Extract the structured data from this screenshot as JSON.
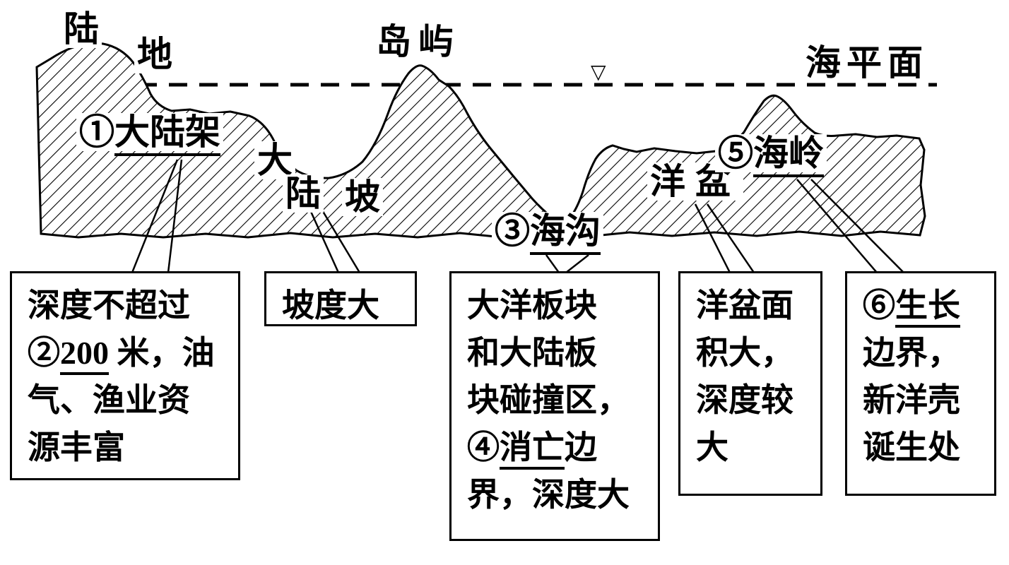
{
  "figure": {
    "description": "seafloor cross-section diagram",
    "colors": {
      "ink": "#000000",
      "background": "#ffffff"
    }
  },
  "terrain_labels": {
    "land_char1": "陆",
    "land_char2": "地",
    "island": "岛屿",
    "sea_level": "海平面",
    "sea_level_marker": "▽",
    "continental_shelf_num": "①",
    "continental_shelf": "大陆架",
    "slope_char1": "大",
    "slope_char2": "陆",
    "slope_char3": "坡",
    "trench_num": "③",
    "trench": "海沟",
    "ocean_basin": "洋盆",
    "ridge_num": "⑤",
    "ridge": "海岭"
  },
  "info_boxes": [
    {
      "id": "continental-shelf-note",
      "lines": [
        {
          "text": "深度不超过"
        },
        {
          "pre": "②",
          "u": "200",
          "post": " 米，油"
        },
        {
          "text": "气、渔业资"
        },
        {
          "text": "源丰富"
        }
      ]
    },
    {
      "id": "slope-note",
      "lines": [
        {
          "text": "坡度大"
        }
      ]
    },
    {
      "id": "trench-note",
      "lines": [
        {
          "text": "大洋板块"
        },
        {
          "text": "和大陆板"
        },
        {
          "text": "块碰撞区，"
        },
        {
          "pre": "④",
          "u": "消亡",
          "post": "边"
        },
        {
          "text": "界，深度大"
        }
      ]
    },
    {
      "id": "basin-note",
      "lines": [
        {
          "text": "洋盆面"
        },
        {
          "text": "积大，"
        },
        {
          "text": "深度较"
        },
        {
          "text": "大"
        }
      ]
    },
    {
      "id": "ridge-note",
      "lines": [
        {
          "pre": "⑥",
          "u": "生长",
          "post": ""
        },
        {
          "text": "边界，"
        },
        {
          "text": "新洋壳"
        },
        {
          "text": "诞生处"
        }
      ]
    }
  ]
}
